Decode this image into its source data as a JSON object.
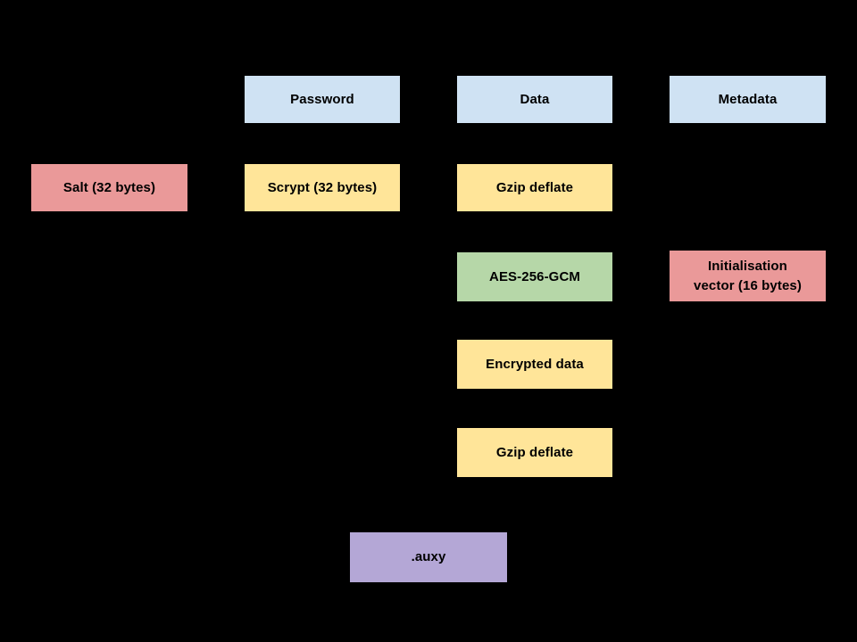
{
  "diagram": {
    "background_color": "#000000",
    "text_color": "#000000",
    "palette": {
      "input_blue": "#cfe2f3",
      "key_pink": "#ea9999",
      "process_yellow": "#ffe599",
      "cipher_green": "#b6d7a8",
      "file_purple": "#b4a7d6"
    },
    "nodes": {
      "password": "Password",
      "data": "Data",
      "metadata": "Metadata",
      "salt": "Salt (32 bytes)",
      "scrypt": "Scrypt (32 bytes)",
      "gzip_deflate_first": "Gzip deflate",
      "aes_gcm": "AES-256-GCM",
      "initialisation_vector": "Initialisation\nvector (16 bytes)",
      "encrypted_data": "Encrypted data",
      "gzip_deflate_second": "Gzip deflate",
      "output_file": ".auxy"
    }
  }
}
